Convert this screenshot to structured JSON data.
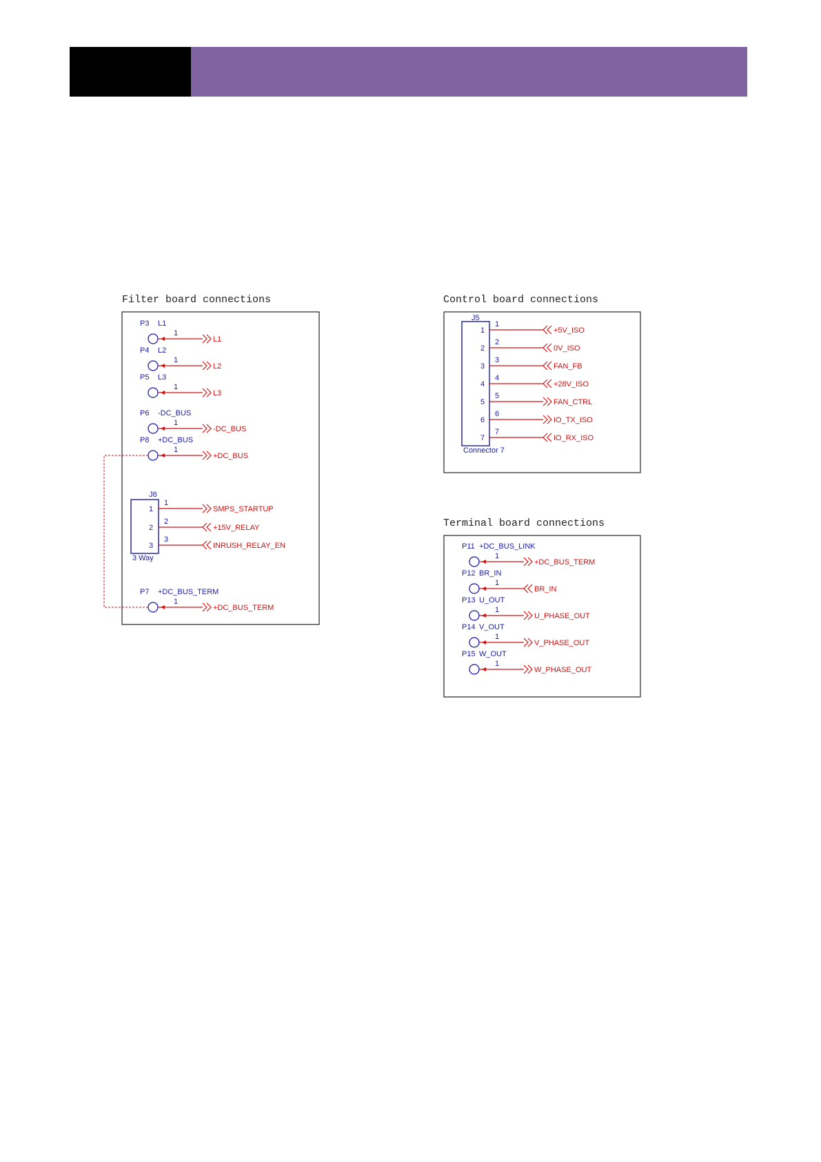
{
  "colors": {
    "header_black": "#000000",
    "header_purple": "#8064a2",
    "wire": "#d01010",
    "component": "#1a1aa6",
    "frame": "#222222"
  },
  "filter": {
    "title": "Filter board connections",
    "terminals": [
      {
        "ref": "P3",
        "name": "L1",
        "pin": "1",
        "net": "L1"
      },
      {
        "ref": "P4",
        "name": "L2",
        "pin": "1",
        "net": "L2"
      },
      {
        "ref": "P5",
        "name": "L3",
        "pin": "1",
        "net": "L3"
      },
      {
        "ref": "P6",
        "name": "-DC_BUS",
        "pin": "1",
        "net": "-DC_BUS"
      },
      {
        "ref": "P8",
        "name": "+DC_BUS",
        "pin": "1",
        "net": "+DC_BUS"
      }
    ],
    "connector": {
      "ref": "J8",
      "desc": "3 Way",
      "pins": [
        {
          "num": "1",
          "net": "SMPS_STARTUP",
          "dir": "out"
        },
        {
          "num": "2",
          "net": "+15V_RELAY",
          "dir": "in"
        },
        {
          "num": "3",
          "net": "INRUSH_RELAY_EN",
          "dir": "in"
        }
      ]
    },
    "term_link": {
      "ref": "P7",
      "name": "+DC_BUS_TERM",
      "pin": "1",
      "net": "+DC_BUS_TERM"
    }
  },
  "control": {
    "title": "Control board connections",
    "connector": {
      "ref": "J5",
      "desc": "Connector 7",
      "pins": [
        {
          "num": "1",
          "net": "+5V_ISO",
          "dir": "in"
        },
        {
          "num": "2",
          "net": "0V_ISO",
          "dir": "in"
        },
        {
          "num": "3",
          "net": "FAN_FB",
          "dir": "in"
        },
        {
          "num": "4",
          "net": "+28V_ISO",
          "dir": "in"
        },
        {
          "num": "5",
          "net": "FAN_CTRL",
          "dir": "out"
        },
        {
          "num": "6",
          "net": "IO_TX_ISO",
          "dir": "out"
        },
        {
          "num": "7",
          "net": "IO_RX_ISO",
          "dir": "in"
        }
      ]
    }
  },
  "terminal": {
    "title": "Terminal board connections",
    "terminals": [
      {
        "ref": "P11",
        "name": "+DC_BUS_LINK",
        "pin": "1",
        "net": "+DC_BUS_TERM",
        "dir": "out"
      },
      {
        "ref": "P12",
        "name": "BR_IN",
        "pin": "1",
        "net": "BR_IN",
        "dir": "in"
      },
      {
        "ref": "P13",
        "name": "U_OUT",
        "pin": "1",
        "net": "U_PHASE_OUT",
        "dir": "out"
      },
      {
        "ref": "P14",
        "name": "V_OUT",
        "pin": "1",
        "net": "V_PHASE_OUT",
        "dir": "out"
      },
      {
        "ref": "P15",
        "name": "W_OUT",
        "pin": "1",
        "net": "W_PHASE_OUT",
        "dir": "out"
      }
    ]
  }
}
